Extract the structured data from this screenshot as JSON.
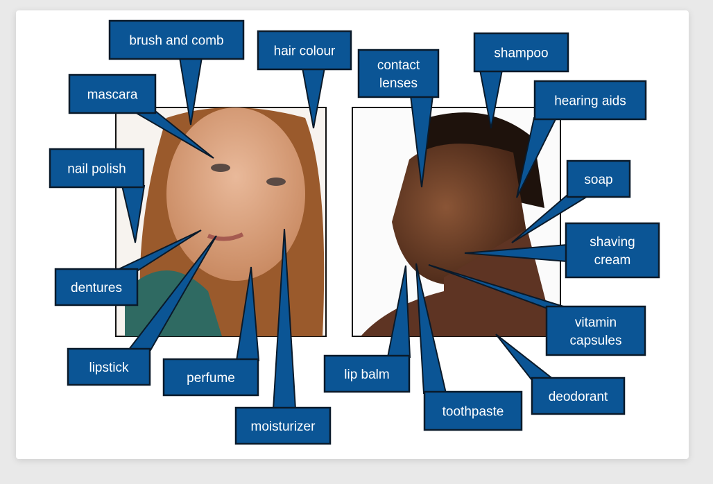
{
  "diagram": {
    "accent_color": "#0b5595",
    "labels": [
      "brush and comb",
      "hair colour",
      "mascara",
      "nail polish",
      "dentures",
      "lipstick",
      "perfume",
      "moisturizer",
      "contact lenses",
      "shampoo",
      "hearing aids",
      "soap",
      "shaving cream",
      "vitamin capsules",
      "deodorant",
      "toothpaste",
      "lip balm"
    ]
  }
}
